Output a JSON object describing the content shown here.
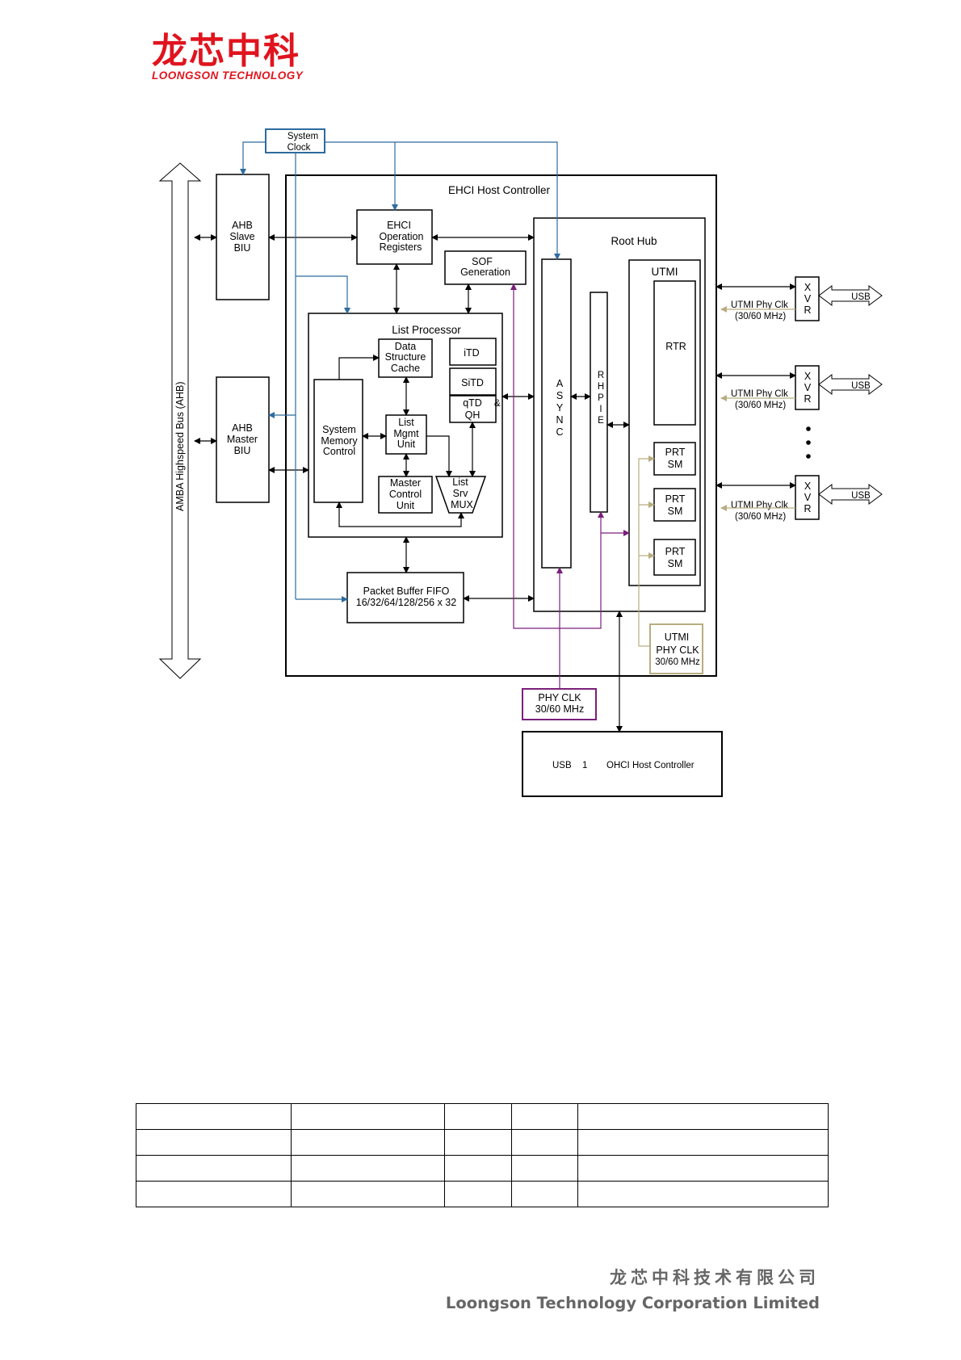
{
  "logo": {
    "cn": "龙芯中科",
    "en": "LOONGSON TECHNOLOGY"
  },
  "diagram": {
    "amba_bus": "AMBA Highspeed Bus (AHB)",
    "system_clock": [
      "System",
      "Clock"
    ],
    "ahb_slave": [
      "AHB",
      "Slave",
      "BIU"
    ],
    "ahb_master": [
      "AHB",
      "Master",
      "BIU"
    ],
    "ehci_host_controller": "EHCI Host Controller",
    "ehci_op_regs": [
      "EHCI",
      "Operation",
      "Registers"
    ],
    "sof_generation": [
      "SOF",
      "Generation"
    ],
    "list_processor": "List Processor",
    "data_structure_cache": [
      "Data",
      "Structure",
      "Cache"
    ],
    "itd": "iTD",
    "sitd": "SiTD",
    "qtd_qh": [
      "qTD",
      "QH"
    ],
    "amp": "&",
    "system_memory_control": [
      "System",
      "Memory",
      "Control"
    ],
    "list_mgmt_unit": [
      "List",
      "Mgmt",
      "Unit"
    ],
    "master_control_unit": [
      "Master",
      "Control",
      "Unit"
    ],
    "list_srv_mux": [
      "List",
      "Srv",
      "MUX"
    ],
    "packet_buffer_fifo": [
      "Packet Buffer FIFO",
      "16/32/64/128/256 x 32"
    ],
    "root_hub": "Root Hub",
    "async": [
      "A",
      "S",
      "Y",
      "N",
      "C"
    ],
    "rhpie": [
      "R",
      "H",
      "P",
      "I",
      "E"
    ],
    "utmi": "UTMI",
    "rtr": "RTR",
    "prt_sm": [
      "PRT",
      "SM"
    ],
    "utmi_phy_clk_box": [
      "UTMI",
      "PHY CLK",
      "30/60 MHz"
    ],
    "phy_clk_box": [
      "PHY CLK",
      "30/60 MHz"
    ],
    "usb11_ohci": [
      "USB",
      "1",
      "OHCI Host Controller"
    ],
    "xvr": [
      "X",
      "V",
      "R"
    ],
    "usb": "USB",
    "utmi_phy_clk_label": [
      "UTMI Phy Clk",
      "(30/60 MHz)"
    ]
  },
  "table": {
    "rows": 4,
    "cols": 5
  },
  "footer": {
    "cn": "龙芯中科技术有限公司",
    "en": "Loongson Technology Corporation Limited"
  },
  "colors": {
    "clock_blue": "#2e6b9e",
    "purple": "#7a1f7a",
    "tan": "#b8ad82",
    "logo_red": "#e0141e"
  }
}
